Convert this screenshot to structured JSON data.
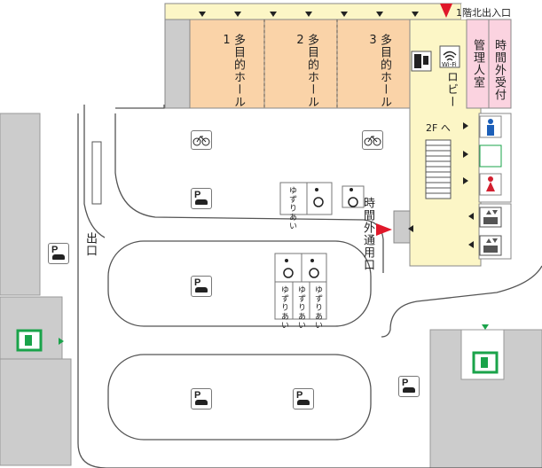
{
  "map": {
    "halls": [
      {
        "label": "多目的ホール1"
      },
      {
        "label": "多目的ホール2"
      },
      {
        "label": "多目的ホール3"
      }
    ],
    "lobby_label": "ロビー",
    "office_label": "管理人室",
    "after_hours_reception_label": "時間外受付",
    "north_entrance_label": "1階北出入口",
    "second_floor_label": "2F へ",
    "after_hours_entrance_label": "時間外通用口",
    "exit_label": "出口",
    "priority_label": "ゆずりあい",
    "wifi_label": "Wi-Fi",
    "parking_label": "P",
    "colors": {
      "hall": "#fad3a8",
      "corridor": "#fcf6c6",
      "office": "#fbd3e0",
      "road": "#ffffff",
      "building_gray": "#cccccc",
      "entrance_arrow": "#e0182a",
      "exit_green": "#1aa34a"
    },
    "icons": [
      "bicycle-icon",
      "parking-icon",
      "wheelchair-icon",
      "male-restroom-icon",
      "female-restroom-icon",
      "accessible-restroom-icon",
      "elevator-icon",
      "wifi-icon",
      "vending-machine-icon",
      "emergency-exit-icon"
    ]
  }
}
